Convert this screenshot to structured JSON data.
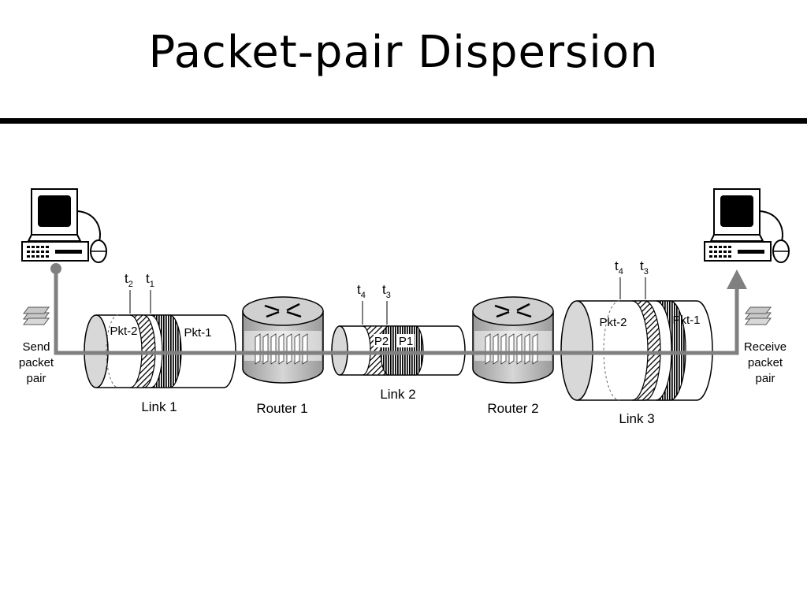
{
  "title": "Packet-pair Dispersion",
  "labels": {
    "send": [
      "Send",
      "packet",
      "pair"
    ],
    "receive": [
      "Receive",
      "packet",
      "pair"
    ],
    "link1": "Link 1",
    "link2": "Link 2",
    "link3": "Link 3",
    "router1": "Router 1",
    "router2": "Router 2"
  },
  "packets": {
    "link1": [
      "Pkt-2",
      "Pkt-1"
    ],
    "link2": [
      "P2",
      "P1"
    ],
    "link3": [
      "Pkt-2",
      "Pkt-1"
    ]
  },
  "time_marks": {
    "link1": [
      {
        "t": "t",
        "sub": "2"
      },
      {
        "t": "t",
        "sub": "1"
      }
    ],
    "link2": [
      {
        "t": "t",
        "sub": "4"
      },
      {
        "t": "t",
        "sub": "3"
      }
    ],
    "link3": [
      {
        "t": "t",
        "sub": "4"
      },
      {
        "t": "t",
        "sub": "3"
      }
    ]
  },
  "colors": {
    "path": "#808080",
    "stroke": "#000000",
    "router_body": "#bdbdbd",
    "end_cap": "#d8d8d8"
  },
  "icons": [
    "computer-icon",
    "mouse-icon",
    "packet-stack-icon",
    "router-icon"
  ]
}
